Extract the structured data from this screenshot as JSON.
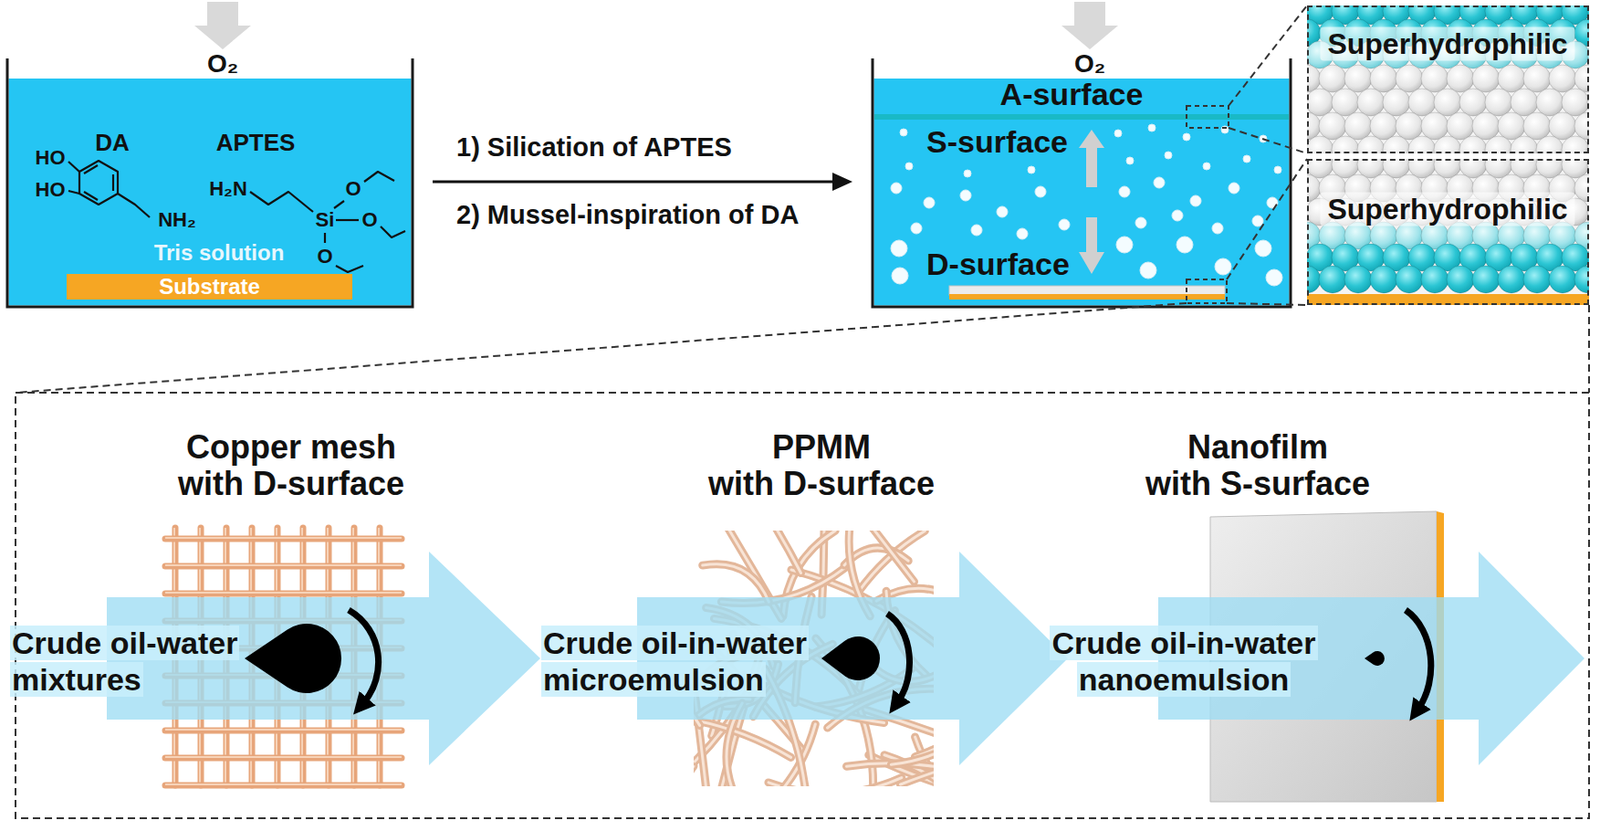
{
  "diagram": {
    "nodes": [
      {
        "text": [
          "DA",
          "APTES",
          "Tris solution"
        ]
      },
      {
        "text": [
          "Substrate"
        ],
        "in": 0
      },
      {
        "text": [
          "A-surface",
          "S-surface",
          "D-surface"
        ]
      },
      {
        "text": [
          "Superhydrophilic"
        ]
      },
      {
        "text": [
          "Superhydrophilic"
        ]
      },
      {
        "text": [
          "Copper mesh with D-surface",
          "Crude oil-water mixtures"
        ]
      },
      {
        "text": [
          "PPMM with D-surface",
          "Crude oil-in-water microemulsion"
        ]
      },
      {
        "text": [
          "Nanofilm with S-surface",
          "Crude oil-in-water nanoemulsion"
        ]
      }
    ],
    "edges": [
      {
        "from": 0,
        "to": 2,
        "arrow": "to",
        "label": "1) Silication of APTES"
      }
    ],
    "labels": [
      "O₂",
      "O₂",
      "HO",
      "HO",
      "NH₂",
      "H₂N",
      "Si",
      "O",
      "O",
      "O",
      "2) Mussel-inspiration of DA"
    ]
  }
}
